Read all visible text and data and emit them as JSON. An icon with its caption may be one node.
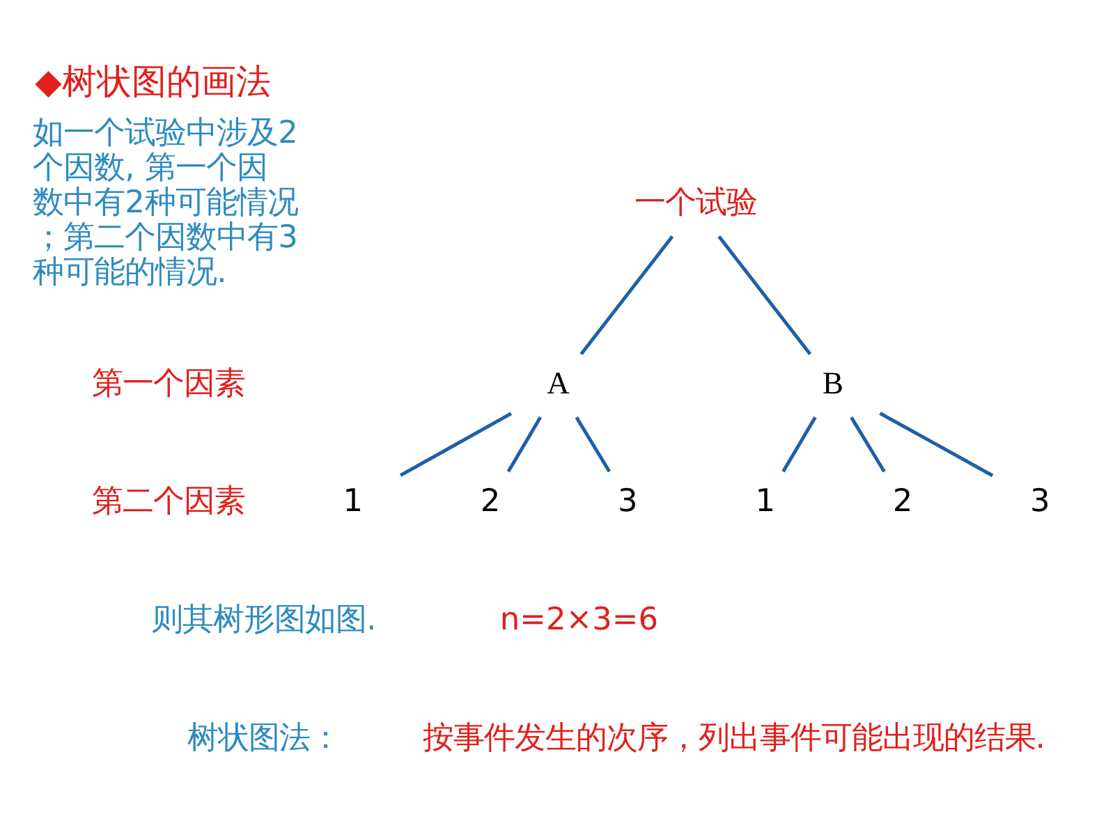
{
  "diagram": {
    "title": "◆树状图的画法",
    "nodes": [
      {
        "text": [
          "一个试验"
        ]
      },
      {
        "text": [
          "A"
        ]
      },
      {
        "text": [
          "B"
        ]
      },
      {
        "text": [
          "1"
        ]
      },
      {
        "text": [
          "2"
        ]
      },
      {
        "text": [
          "3"
        ]
      },
      {
        "text": [
          "1"
        ]
      },
      {
        "text": [
          "2"
        ]
      },
      {
        "text": [
          "3"
        ]
      }
    ],
    "edges": [
      {
        "from": 0,
        "to": 1,
        "arrow": "none"
      },
      {
        "from": 0,
        "to": 2,
        "arrow": "none"
      },
      {
        "from": 1,
        "to": 3,
        "arrow": "none"
      },
      {
        "from": 1,
        "to": 4,
        "arrow": "none"
      },
      {
        "from": 1,
        "to": 5,
        "arrow": "none"
      },
      {
        "from": 2,
        "to": 6,
        "arrow": "none"
      },
      {
        "from": 2,
        "to": 7,
        "arrow": "none"
      },
      {
        "from": 2,
        "to": 8,
        "arrow": "none"
      }
    ],
    "labels": [
      "如一个试验中涉及2个因数, 第一个因数中有2种可能情况；第二个因数中有3种可能的情况.",
      "则其树形图如图.",
      "第一个因素",
      "第二个因素",
      "n=2×3=6",
      "树状图法：",
      "按事件发生的次序，列出事件可能出现的结果."
    ]
  }
}
